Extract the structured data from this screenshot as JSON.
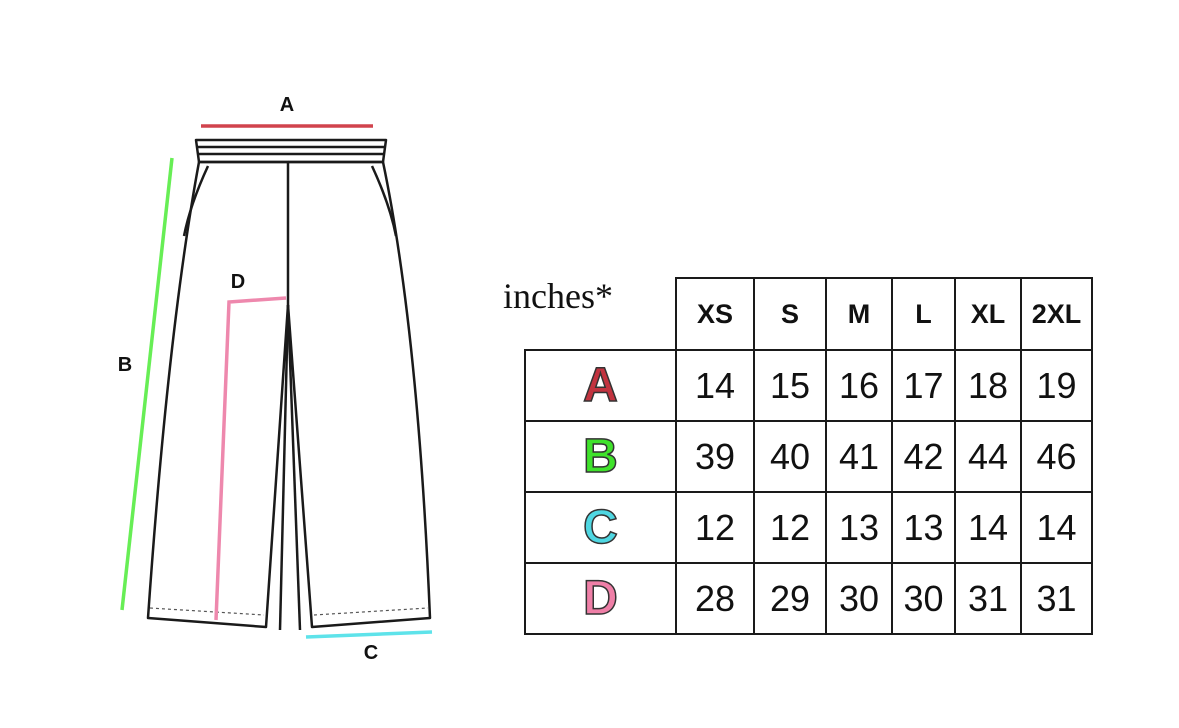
{
  "diagram": {
    "labels": {
      "waist": "A",
      "length": "B",
      "hem": "C",
      "inseam": "D"
    }
  },
  "colors": {
    "waist": "#d1434d",
    "length": "#67ee55",
    "hem": "#5ee3ea",
    "inseam": "#ee88ad",
    "outline": "#1a1a1a"
  },
  "size_chart": {
    "unit_label": "inches*",
    "sizes": [
      "XS",
      "S",
      "M",
      "L",
      "XL",
      "2XL"
    ],
    "rows": [
      {
        "key": "A",
        "color": "#c2333f",
        "values": [
          "14",
          "15",
          "16",
          "17",
          "18",
          "19"
        ]
      },
      {
        "key": "B",
        "color": "#3fe22b",
        "values": [
          "39",
          "40",
          "41",
          "42",
          "44",
          "46"
        ]
      },
      {
        "key": "C",
        "color": "#4fd7e2",
        "values": [
          "12",
          "12",
          "13",
          "13",
          "14",
          "14"
        ]
      },
      {
        "key": "D",
        "color": "#ef7fa7",
        "values": [
          "28",
          "29",
          "30",
          "30",
          "31",
          "31"
        ]
      }
    ]
  }
}
